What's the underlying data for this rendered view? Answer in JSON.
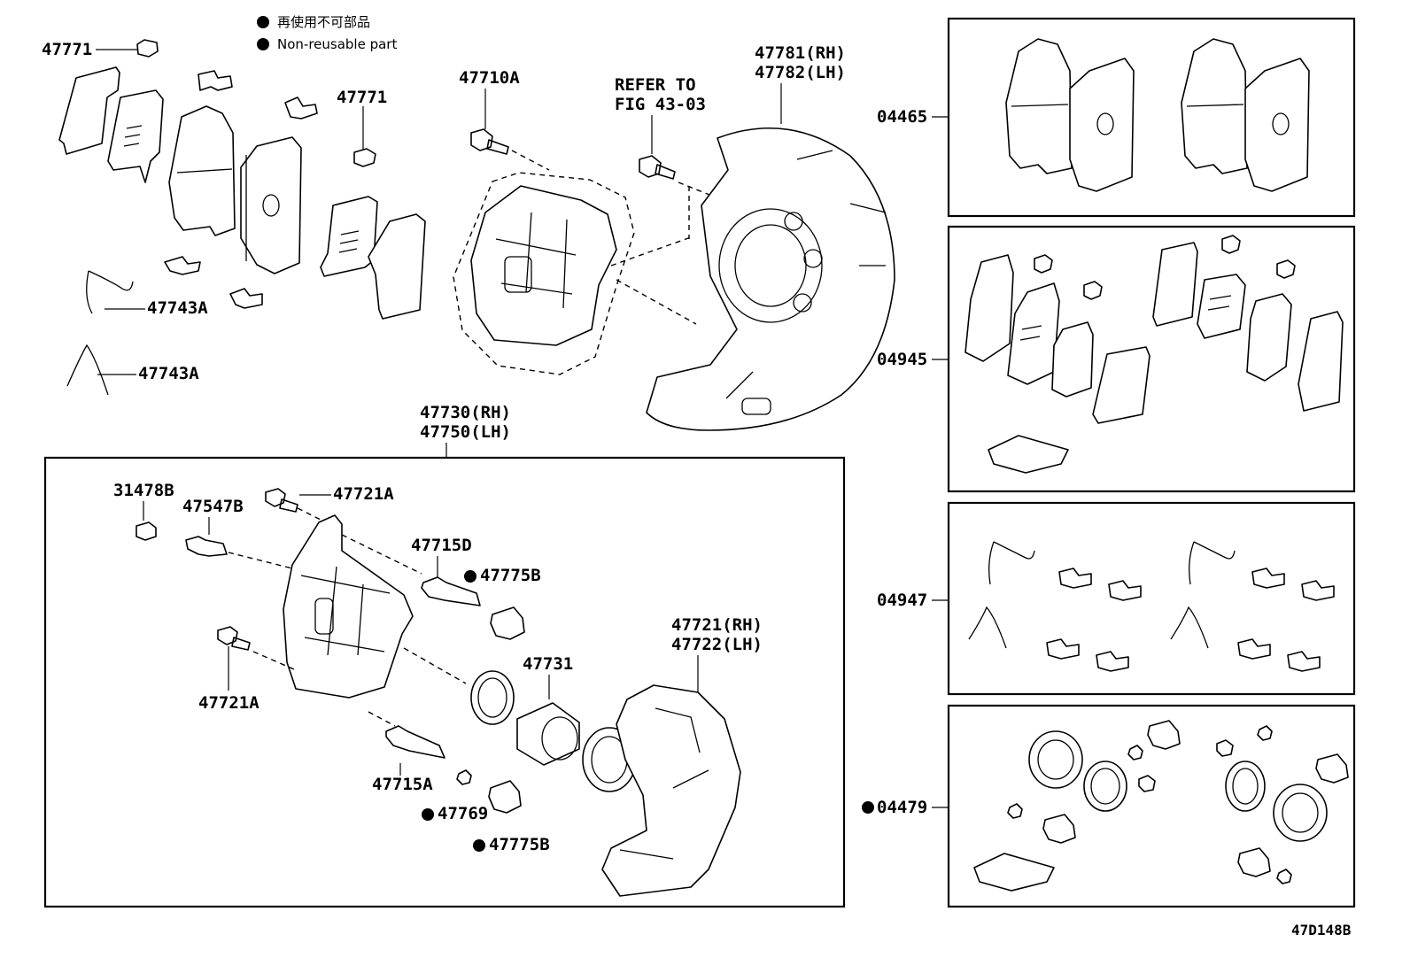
{
  "legend": {
    "line1": "再使用不可部品",
    "line2": "Non-reusable part"
  },
  "labels": {
    "p47771_a": "47771",
    "p47771_b": "47771",
    "p47743a_a": "47743A",
    "p47743a_b": "47743A",
    "p47710a": "47710A",
    "refer1": "REFER TO",
    "refer2": "FIG 43-03",
    "p47781": "47781(RH)",
    "p47782": "47782(LH)",
    "p47730": "47730(RH)",
    "p47750": "47750(LH)",
    "p31478b": "31478B",
    "p47547b": "47547B",
    "p47721a_a": "47721A",
    "p47721a_b": "47721A",
    "p47715d": "47715D",
    "p47775b_a": "47775B",
    "p47775b_b": "47775B",
    "p47731": "47731",
    "p47721": "47721(RH)",
    "p47722": "47722(LH)",
    "p47715a": "47715A",
    "p47769": "47769",
    "k04465": "04465",
    "k04945": "04945",
    "k04947": "04947",
    "k04479": "04479",
    "figure_id": "47D148B"
  }
}
